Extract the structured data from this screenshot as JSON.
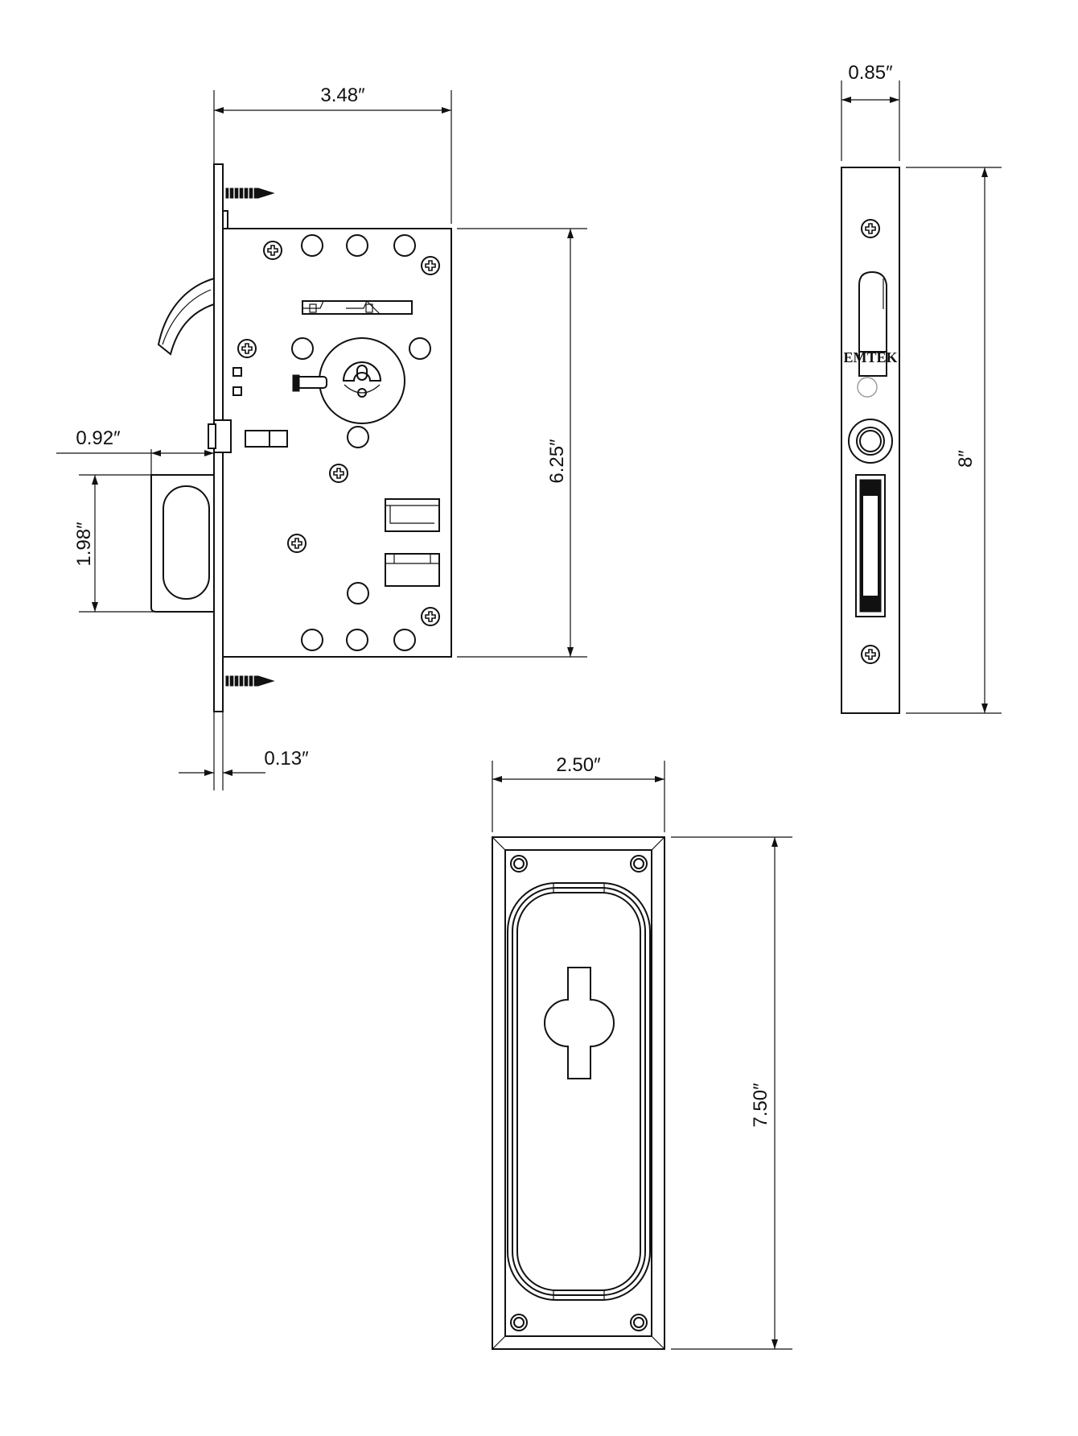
{
  "dimensions": {
    "case_width": "3.48″",
    "case_height": "6.25″",
    "backset": "0.92″",
    "pull_height": "1.98″",
    "faceplate_thickness": "0.13″",
    "faceplate_width": "0.85″",
    "faceplate_height": "8″",
    "escutcheon_width": "2.50″",
    "escutcheon_height": "7.50″"
  },
  "faceplate": {
    "brand_mark": "EMTEK"
  }
}
